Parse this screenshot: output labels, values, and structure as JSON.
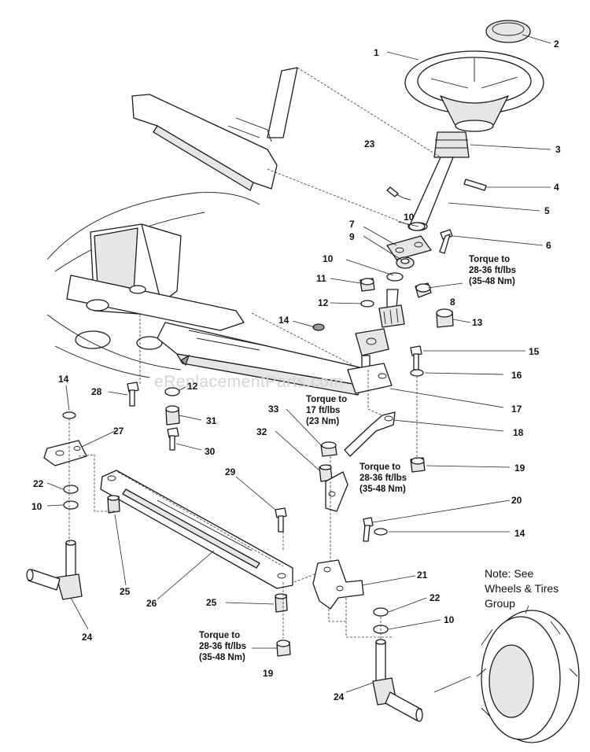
{
  "watermark": "eReplacementParts.com",
  "note": {
    "lines": [
      "Note: See",
      "Wheels & Tires",
      "Group"
    ]
  },
  "torque_notes": [
    {
      "id": "t1",
      "lines": [
        "Torque to",
        "28-36 ft/lbs",
        "(35-48 Nm)"
      ]
    },
    {
      "id": "t2",
      "lines": [
        "Torque to",
        "17 ft/lbs",
        "(23 Nm)"
      ]
    },
    {
      "id": "t3",
      "lines": [
        "Torque to",
        "28-36 ft/lbs",
        "(35-48 Nm)"
      ]
    },
    {
      "id": "t4",
      "lines": [
        "Torque to",
        "28-36 ft/lbs",
        "(35-48 Nm)"
      ]
    }
  ],
  "callouts": [
    {
      "id": "c1",
      "label": "1"
    },
    {
      "id": "c2",
      "label": "2"
    },
    {
      "id": "c3",
      "label": "3"
    },
    {
      "id": "c4",
      "label": "4"
    },
    {
      "id": "c5",
      "label": "5"
    },
    {
      "id": "c6",
      "label": "6"
    },
    {
      "id": "c7",
      "label": "7"
    },
    {
      "id": "c8",
      "label": "8"
    },
    {
      "id": "c9",
      "label": "9"
    },
    {
      "id": "c10a",
      "label": "10"
    },
    {
      "id": "c10b",
      "label": "10"
    },
    {
      "id": "c10c",
      "label": "10"
    },
    {
      "id": "c10d",
      "label": "10"
    },
    {
      "id": "c11",
      "label": "11"
    },
    {
      "id": "c12a",
      "label": "12"
    },
    {
      "id": "c12b",
      "label": "12"
    },
    {
      "id": "c13",
      "label": "13"
    },
    {
      "id": "c14a",
      "label": "14"
    },
    {
      "id": "c14b",
      "label": "14"
    },
    {
      "id": "c14c",
      "label": "14"
    },
    {
      "id": "c15",
      "label": "15"
    },
    {
      "id": "c16",
      "label": "16"
    },
    {
      "id": "c17",
      "label": "17"
    },
    {
      "id": "c18",
      "label": "18"
    },
    {
      "id": "c19a",
      "label": "19"
    },
    {
      "id": "c19b",
      "label": "19"
    },
    {
      "id": "c20",
      "label": "20"
    },
    {
      "id": "c21",
      "label": "21"
    },
    {
      "id": "c22a",
      "label": "22"
    },
    {
      "id": "c22b",
      "label": "22"
    },
    {
      "id": "c23",
      "label": "23"
    },
    {
      "id": "c24a",
      "label": "24"
    },
    {
      "id": "c24b",
      "label": "24"
    },
    {
      "id": "c25a",
      "label": "25"
    },
    {
      "id": "c25b",
      "label": "25"
    },
    {
      "id": "c26",
      "label": "26"
    },
    {
      "id": "c27",
      "label": "27"
    },
    {
      "id": "c28",
      "label": "28"
    },
    {
      "id": "c29",
      "label": "29"
    },
    {
      "id": "c30",
      "label": "30"
    },
    {
      "id": "c31",
      "label": "31"
    },
    {
      "id": "c32",
      "label": "32"
    },
    {
      "id": "c33",
      "label": "33"
    }
  ]
}
